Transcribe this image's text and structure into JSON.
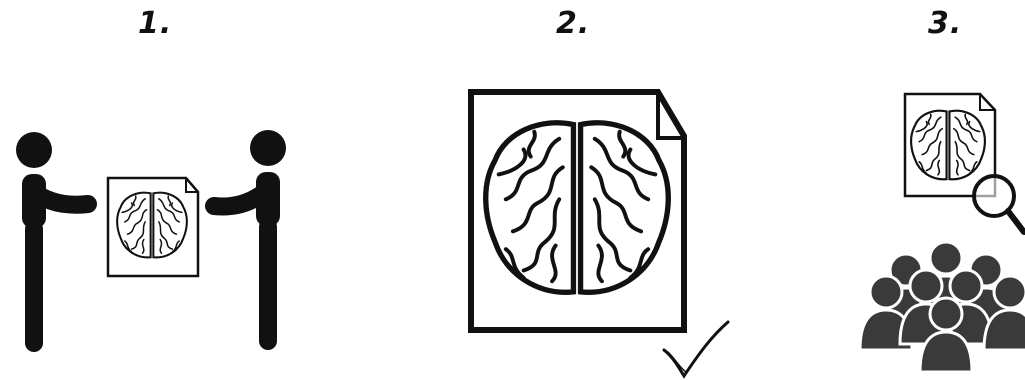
{
  "steps": [
    {
      "number": "1.",
      "icons": [
        "person-icon",
        "document-icon",
        "brain-icon",
        "person-icon"
      ]
    },
    {
      "number": "2.",
      "icons": [
        "document-icon",
        "brain-icon",
        "checkmark-icon"
      ]
    },
    {
      "number": "3.",
      "icons": [
        "document-icon",
        "brain-icon",
        "magnifier-icon",
        "crowd-icon"
      ]
    }
  ],
  "colors": {
    "ink": "#111111",
    "crowd": "#3a3a3a",
    "background": "#ffffff"
  }
}
